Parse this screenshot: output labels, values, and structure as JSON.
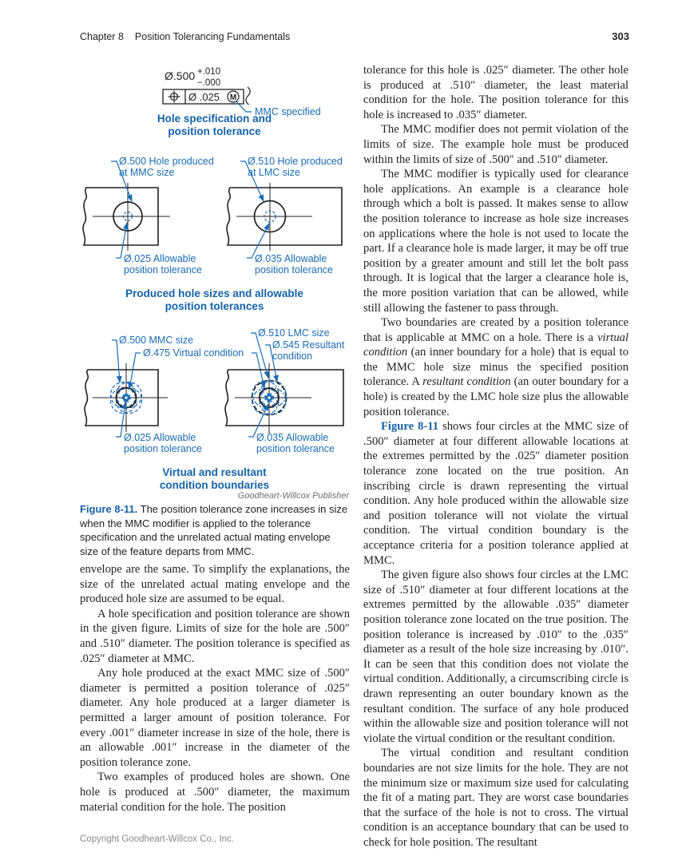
{
  "colors": {
    "accent_blue": "#1a6cb3",
    "caption_blue": "#1563a8",
    "text_black": "#231f20",
    "footer_gray": "#87898c"
  },
  "header": {
    "chapter": "Chapter 8",
    "title": "Position Tolerancing Fundamentals",
    "page_number": "303"
  },
  "figure": {
    "spec": {
      "size": "Ø.500",
      "tol_plus": "+.010",
      "tol_minus": "−.000",
      "position_tolerance": "Ø .025",
      "modifier": "M",
      "mmc_note": "MMC specified",
      "caption_line1": "Hole specification and",
      "caption_line2": "position tolerance"
    },
    "produced": {
      "left_label_line1": "Ø.500 Hole produced",
      "left_label_line2": "at MMC size",
      "right_label_line1": "Ø.510 Hole produced",
      "right_label_line2": "at LMC size",
      "left_tol_line1": "Ø.025 Allowable",
      "left_tol_line2": "position tolerance",
      "right_tol_line1": "Ø.035 Allowable",
      "right_tol_line2": "position tolerance",
      "caption_line1": "Produced hole sizes and allowable",
      "caption_line2": "position tolerances"
    },
    "boundaries": {
      "mmc_size": "Ø.500 MMC size",
      "virtual_condition": "Ø.475 Virtual condition",
      "lmc_size": "Ø.510 LMC size",
      "resultant_line1": "Ø.545 Resultant",
      "resultant_line2": "condition",
      "left_tol_line1": "Ø.025 Allowable",
      "left_tol_line2": "position tolerance",
      "right_tol_line1": "Ø.035 Allowable",
      "right_tol_line2": "position tolerance",
      "caption_line1": "Virtual and resultant",
      "caption_line2": "condition boundaries"
    },
    "credit": "Goodheart-Willcox Publisher",
    "caption_label": "Figure 8-11.",
    "caption_text": "The position tolerance zone increases in size when the MMC modifier is applied to the tolerance specification and the unrelated actual mating envelope size of the feature departs from MMC."
  },
  "body": {
    "left": [
      {
        "runs": [
          "envelope are the same. To simplify the explanations, the size of the unrelated actual mating envelope and the produced hole size are assumed to be equal."
        ]
      },
      {
        "runs": [
          "A hole specification and position tolerance are shown in the given figure. Limits of size for the hole are .500″ and .510″ diameter. The position tolerance is specified as .025″ diameter at MMC."
        ]
      },
      {
        "runs": [
          "Any hole produced at the exact MMC size of .500″ diameter is permitted a position tolerance of .025″ diameter. Any hole produced at a larger diameter is permitted a larger amount of position tolerance. For every .001″ diameter increase in size of the hole, there is an allowable .001″ increase in the diameter of the position tolerance zone."
        ]
      },
      {
        "runs": [
          "Two examples of produced holes are shown. One hole is produced at .500″ diameter, the maximum material condition for the hole. The position"
        ]
      }
    ],
    "right": [
      {
        "runs": [
          "tolerance for this hole is .025″ diameter. The other hole is produced at .510″ diameter, the least material condition for the hole. The position tolerance for this hole is increased to .035″ diameter."
        ]
      },
      {
        "runs": [
          "The MMC modifier does not permit violation of the limits of size. The example hole must be produced within the limits of size of .500″ and .510″ diameter."
        ]
      },
      {
        "runs": [
          "The MMC modifier is typically used for clearance hole applications. An example is a clearance hole through which a bolt is passed. It makes sense to allow the position tolerance to increase as hole size increases on applications where the hole is not used to locate the part. If a clearance hole is made larger, it may be off true position by a greater amount and still let the bolt pass through. It is logical that the larger a clearance hole is, the more position variation that can be allowed, while still allowing the fastener to pass through."
        ]
      },
      {
        "runs": [
          "Two boundaries are created by a position tolerance that is applicable at MMC on a hole. There is a ",
          "virtual condition",
          " (an inner boundary for a hole) that is equal to the MMC hole size minus the specified position tolerance. A ",
          "resultant condition",
          " (an outer boundary for a hole) is created by the LMC hole size plus the allowable position tolerance."
        ]
      },
      {
        "runs": [
          "Figure 8-11",
          " shows four circles at the MMC size of .500″ diameter at four different allowable locations at the extremes permitted by the .025″ diameter position tolerance zone located on the true position. An inscribing circle is drawn representing the virtual condition. Any hole produced within the allowable size and position tolerance will not violate the virtual condition. The virtual condition boundary is the acceptance criteria for a position tolerance applied at MMC."
        ]
      },
      {
        "runs": [
          "The given figure also shows four circles at the LMC size of .510″ diameter at four different locations at the extremes permitted by the allowable .035″ diameter position tolerance zone located on the true position. The position tolerance is increased by .010″ to the .035″ diameter as a result of the hole size increasing by .010″. It can be seen that this condition does not violate the virtual condition. Additionally, a circumscribing circle is drawn representing an outer boundary known as the resultant condition. The surface of any hole produced within the allowable size and position tolerance will not violate the virtual condition or the resultant condition."
        ]
      },
      {
        "runs": [
          "The virtual condition and resultant condition boundaries are not size limits for the hole. They are not the minimum size or maximum size used for calculating the fit of a mating part. They are worst case boundaries that the surface of the hole is not to cross. The virtual condition is an acceptance boundary that can be used to check for hole position. The resultant"
        ]
      }
    ]
  },
  "footer": {
    "copyright": "Copyright Goodheart-Willcox Co., Inc."
  }
}
